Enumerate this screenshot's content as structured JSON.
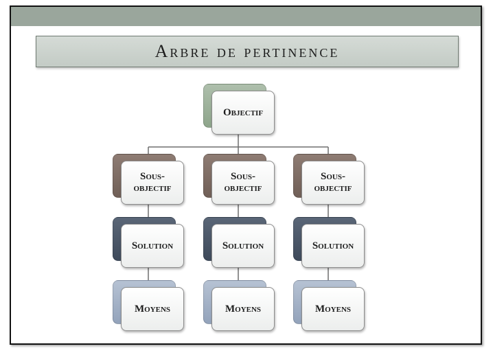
{
  "title": "Arbre de pertinence",
  "diagram": {
    "root": "Objectif",
    "branches": [
      {
        "sub_objective": "Sous-objectif",
        "solution": "Solution",
        "means": "Moyens"
      },
      {
        "sub_objective": "Sous-objectif",
        "solution": "Solution",
        "means": "Moyens"
      },
      {
        "sub_objective": "Sous-objectif",
        "solution": "Solution",
        "means": "Moyens"
      }
    ]
  },
  "colors": {
    "top_band": "#9aa69c",
    "title_bar": "#c9d0cb",
    "root_accent": "#9fb29d",
    "sub_objective_accent": "#7f6d64",
    "solution_accent": "#4b5768",
    "means_accent": "#a4b2c7"
  }
}
